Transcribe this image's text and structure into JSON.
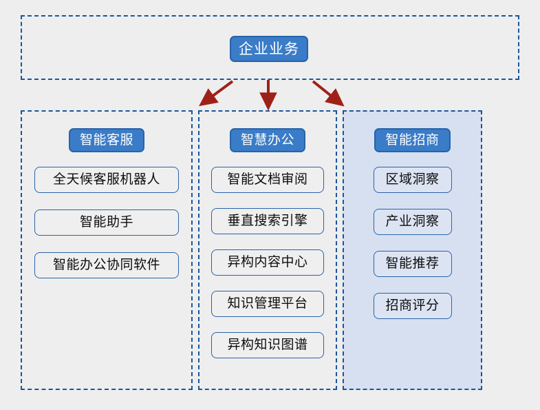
{
  "diagram": {
    "root": {
      "label": "企业业务"
    },
    "colors": {
      "node_fill": "#3A7CC7",
      "node_border": "#2763A8",
      "node_text": "#FFFFFF",
      "panel_border": "#19559B",
      "panel_fill_highlight": "#D7E0F1",
      "arrow": "#9E2119",
      "background": "#EEEEEE",
      "item_text": "#0D0D0D"
    },
    "arrows": [
      {
        "name": "arrow-to-intelligent-service",
        "direction": "down-left"
      },
      {
        "name": "arrow-to-smart-office",
        "direction": "down"
      },
      {
        "name": "arrow-to-intelligent-investment",
        "direction": "down-right"
      }
    ],
    "columns": [
      {
        "id": "intelligent-customer-service",
        "header": "智能客服",
        "highlighted": false,
        "items": [
          "全天候客服机器人",
          "智能助手",
          "智能办公协同软件"
        ]
      },
      {
        "id": "smart-office",
        "header": "智慧办公",
        "highlighted": false,
        "items": [
          "智能文档审阅",
          "垂直搜索引擎",
          "异构内容中心",
          "知识管理平台",
          "异构知识图谱"
        ]
      },
      {
        "id": "intelligent-investment",
        "header": "智能招商",
        "highlighted": true,
        "items": [
          "区域洞察",
          "产业洞察",
          "智能推荐",
          "招商评分"
        ]
      }
    ]
  }
}
